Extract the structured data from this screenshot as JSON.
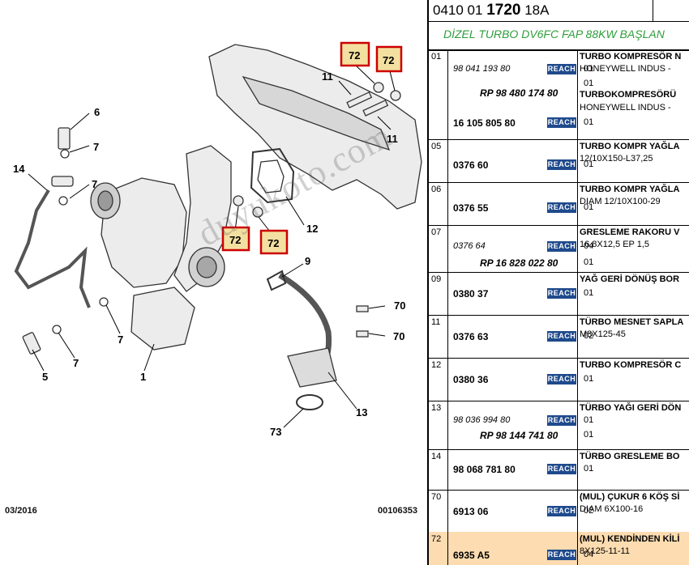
{
  "diagram": {
    "date": "03/2016",
    "code": "00106353",
    "watermark": "duyukoto.com",
    "callouts": [
      "72",
      "72",
      "11",
      "11",
      "6",
      "7",
      "7",
      "14",
      "12",
      "72",
      "72",
      "9",
      "7",
      "70",
      "70",
      "7",
      "5",
      "1",
      "13",
      "73"
    ]
  },
  "panel": {
    "code_prefix": "0410 01 ",
    "code_bold": "1720",
    "code_suffix": " 18A",
    "subtitle": "DİZEL TURBO DV6FC FAP 88KW BAŞLAN",
    "badge": "REACH",
    "rows": [
      {
        "num": "01",
        "refs": [
          {
            "t": "98 041 193 80",
            "s": "it"
          },
          {
            "t": "RP 98 480 174 80",
            "s": "rp"
          },
          {
            "t": "16 105 805 80",
            "s": "b"
          }
        ],
        "qty": [
          "01",
          "01",
          "01"
        ],
        "desc": [
          "TURBO KOMPRESÖR N",
          "HONEYWELL INDUS -",
          "TURBOKOMPRESÖRÜ",
          "HONEYWELL INDUS -"
        ]
      },
      {
        "num": "05",
        "refs": [
          {
            "t": "0376 60",
            "s": "b"
          }
        ],
        "qty": [
          "01"
        ],
        "desc": [
          "TURBO KOMPR YAĞLA",
          "12/10X150-L37,25"
        ]
      },
      {
        "num": "06",
        "refs": [
          {
            "t": "0376 55",
            "s": "b"
          }
        ],
        "qty": [
          "01"
        ],
        "desc": [
          "TURBO KOMPR YAĞLA",
          "DIAM 12/10X100-29"
        ]
      },
      {
        "num": "07",
        "refs": [
          {
            "t": "0376 64",
            "s": "it"
          },
          {
            "t": "RP 16 828 022 80",
            "s": "rp"
          }
        ],
        "qty": [
          "04",
          "01"
        ],
        "desc": [
          "GRESLEME RAKORU V",
          "16,8X12,5 EP 1,5"
        ]
      },
      {
        "num": "09",
        "refs": [
          {
            "t": "0380 37",
            "s": "b"
          }
        ],
        "qty": [
          "01"
        ],
        "desc": [
          "YAĞ GERİ DÖNÜŞ BOR"
        ]
      },
      {
        "num": "11",
        "refs": [
          {
            "t": "0376 63",
            "s": "b"
          }
        ],
        "qty": [
          "02"
        ],
        "desc": [
          "TÜRBO MESNET SAPLA",
          "M8X125-45"
        ]
      },
      {
        "num": "12",
        "refs": [
          {
            "t": "0380 36",
            "s": "b"
          }
        ],
        "qty": [
          "01"
        ],
        "desc": [
          "TURBO KOMPRESÖR C"
        ]
      },
      {
        "num": "13",
        "refs": [
          {
            "t": "98 036 994 80",
            "s": "it"
          },
          {
            "t": "RP 98 144 741 80",
            "s": "rp"
          }
        ],
        "qty": [
          "01",
          "01"
        ],
        "desc": [
          "TÜRBO YAĞI GERİ DÖN"
        ]
      },
      {
        "num": "14",
        "refs": [
          {
            "t": "98 068 781 80",
            "s": "b"
          }
        ],
        "qty": [
          "01"
        ],
        "desc": [
          "TÜRBO GRESLEME BO"
        ]
      },
      {
        "num": "70",
        "refs": [
          {
            "t": "6913 06",
            "s": "b"
          }
        ],
        "qty": [
          "02"
        ],
        "desc": [
          "(MUL) ÇUKUR 6 KÖŞ Sİ",
          "DIAM 6X100-16"
        ]
      },
      {
        "num": "72",
        "refs": [
          {
            "t": "6935 A5",
            "s": "b"
          }
        ],
        "qty": [
          "04"
        ],
        "desc": [
          "(MUL) KENDİNDEN KİLİ",
          "8X125-11-11"
        ]
      }
    ]
  }
}
